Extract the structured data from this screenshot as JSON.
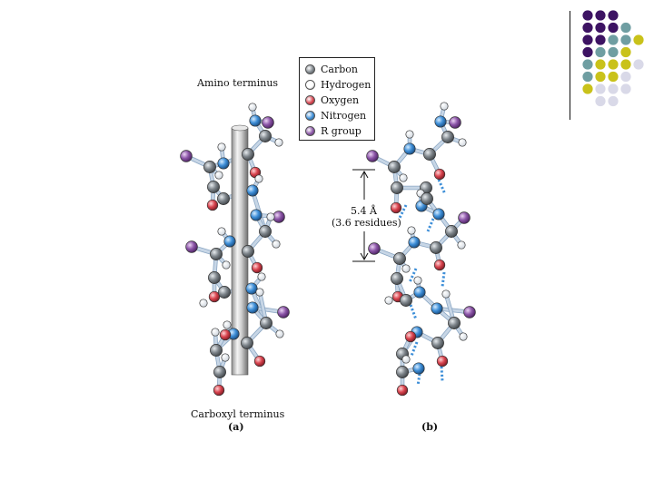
{
  "labels": {
    "amino_terminus": "Amino terminus",
    "carboxyl_terminus": "Carboxyl terminus",
    "panel_a": "(a)",
    "panel_b": "(b)",
    "pitch_value": "5.4 Å",
    "pitch_residues": "(3.6 residues)"
  },
  "legend": [
    {
      "label": "Carbon",
      "color": "#7f868c"
    },
    {
      "label": "Hydrogen",
      "color": "#ffffff"
    },
    {
      "label": "Oxygen",
      "color": "#d9444f"
    },
    {
      "label": "Nitrogen",
      "color": "#3e8fd8"
    },
    {
      "label": "R group",
      "color": "#8c56a8"
    }
  ],
  "colors": {
    "carbon": "#7f868c",
    "hydrogen": "#ffffff",
    "oxygen": "#d9444f",
    "nitrogen": "#3e8fd8",
    "rgroup": "#8c56a8",
    "bond": "#c7d6e6",
    "hbond": "#3e8fd8",
    "dot_purple": "#3d1363",
    "dot_teal": "#6f9ea2",
    "dot_yellow": "#c9c21a",
    "dot_lavender": "#d9d9e8"
  }
}
